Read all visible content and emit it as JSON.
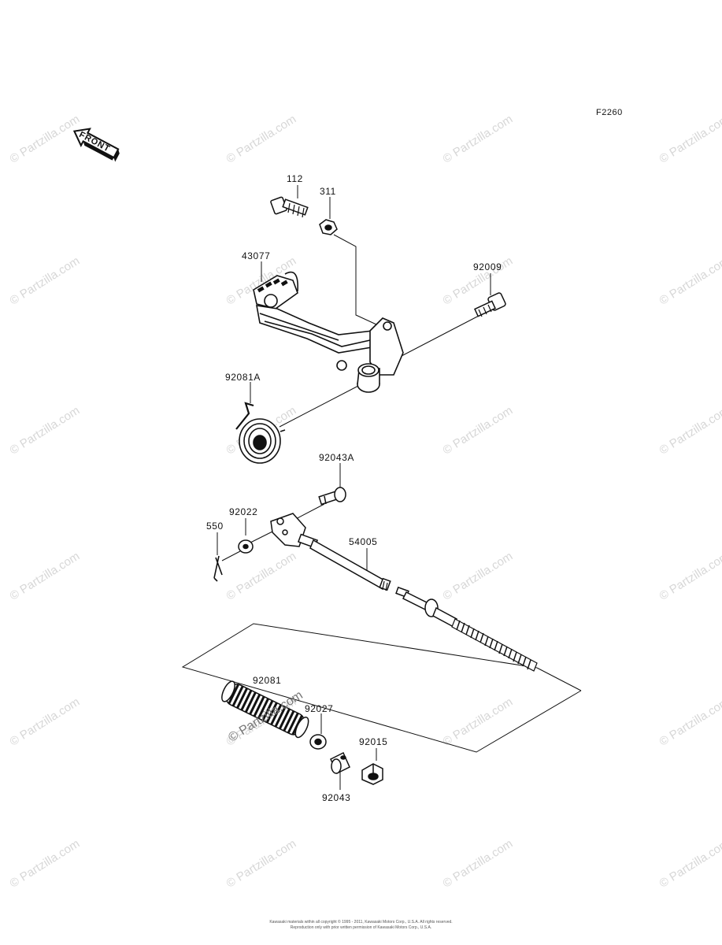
{
  "diagram": {
    "ref_code": "F2260",
    "front_label": "FRONT",
    "watermark": "© Partzilla.com",
    "inline_watermark": "© Partzilla.com",
    "footer_line1": "Kawasaki materials within all copyright © 1995 - 2011, Kawasaki Motors Corp., U.S.A. All rights reserved.",
    "footer_line2": "Reproduction only with prior written permission of Kawasaki Motors Corp., U.S.A.",
    "parts": [
      {
        "id": "112",
        "label": "112"
      },
      {
        "id": "311",
        "label": "311"
      },
      {
        "id": "43077",
        "label": "43077"
      },
      {
        "id": "92009",
        "label": "92009"
      },
      {
        "id": "92081A",
        "label": "92081A"
      },
      {
        "id": "92043A",
        "label": "92043A"
      },
      {
        "id": "92022",
        "label": "92022"
      },
      {
        "id": "550",
        "label": "550"
      },
      {
        "id": "54005",
        "label": "54005"
      },
      {
        "id": "92081",
        "label": "92081"
      },
      {
        "id": "92027",
        "label": "92027"
      },
      {
        "id": "92015",
        "label": "92015"
      },
      {
        "id": "92043",
        "label": "92043"
      }
    ]
  }
}
